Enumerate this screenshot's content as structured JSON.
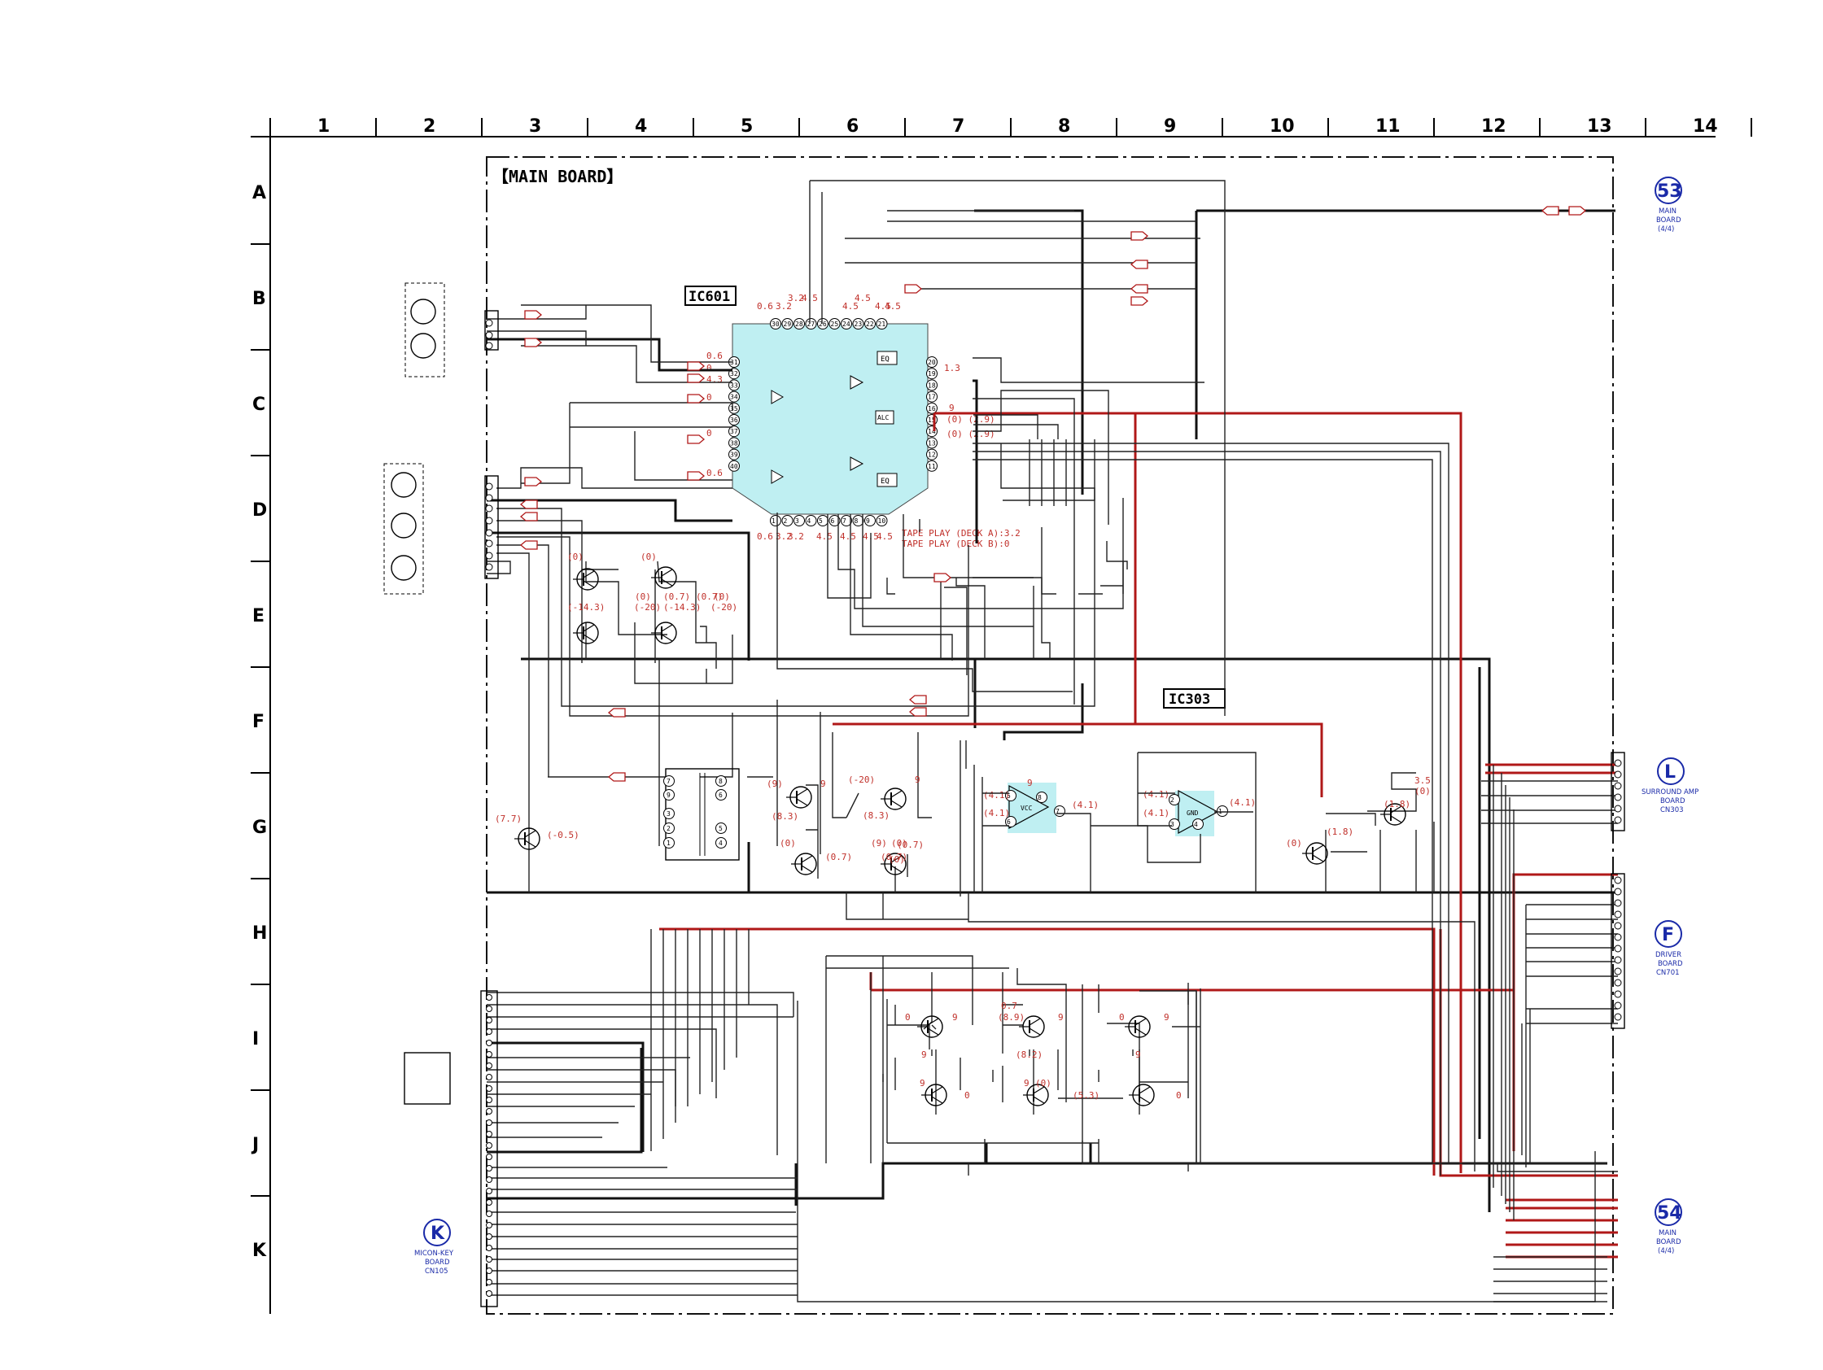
{
  "board_title": "【MAIN BOARD】",
  "columns": [
    "1",
    "2",
    "3",
    "4",
    "5",
    "6",
    "7",
    "8",
    "9",
    "10",
    "11",
    "12",
    "13",
    "14"
  ],
  "rows": [
    "A",
    "B",
    "C",
    "D",
    "E",
    "F",
    "G",
    "H",
    "I",
    "J",
    "K"
  ],
  "ic601": {
    "name": "IC601",
    "top_pins": [
      "30",
      "29",
      "28",
      "27",
      "26",
      "25",
      "24",
      "23",
      "22",
      "21"
    ],
    "top_voltages": [
      "0.6",
      "3.2",
      "3.2",
      "4.5",
      "4.5",
      "4.5",
      "4.5",
      "4.5"
    ],
    "left_pins": [
      "31",
      "32",
      "33",
      "34",
      "35",
      "36",
      "37",
      "38",
      "39",
      "40"
    ],
    "left_voltages": [
      "0.6",
      "0",
      "4.3",
      "0",
      "",
      "0",
      "",
      "0.6"
    ],
    "right_pins": [
      "20",
      "19",
      "18",
      "17",
      "16",
      "15",
      "14",
      "13",
      "12",
      "11"
    ],
    "right_voltages": [
      "1.3",
      "9",
      "(0) (2.9)",
      "(0) (2.9)"
    ],
    "bottom_pins": [
      "1",
      "2",
      "3",
      "4",
      "5",
      "6",
      "7",
      "8",
      "9",
      "10"
    ],
    "bottom_voltages": [
      "0.6",
      "3.2",
      "3.2",
      "4.5",
      "4.5",
      "4.5",
      "4.5"
    ],
    "tape_note_a": "TAPE PLAY (DECK A):3.2",
    "tape_note_b": "TAPE PLAY (DECK B):0",
    "blocks": {
      "eq1": "EQ",
      "eq2": "EQ",
      "alc": "ALC"
    }
  },
  "ic303": {
    "name": "IC303",
    "amp1": {
      "label": "VCC",
      "pins": [
        "8",
        "6",
        "5",
        "7"
      ],
      "voltages": [
        "9",
        "(4.1)",
        "(4.1)",
        "(4.1)"
      ]
    },
    "amp2": {
      "label": "GND",
      "pins": [
        "2",
        "3",
        "1",
        "4"
      ],
      "voltages": [
        "(4.1)",
        "(4.1)",
        "(4.1)"
      ]
    }
  },
  "transistor_voltages": {
    "e_row": [
      "(0)",
      "(0)",
      "(0)",
      "(0.7)",
      "(0)",
      "(0.7)",
      "(-14.3)",
      "(-20)",
      "(-14.3)",
      "(-20)"
    ],
    "g_left": [
      "(7.7)",
      "(-0.5)"
    ],
    "g_mid": [
      "(9)",
      "9",
      "(8.3)",
      "(0)",
      "(0.7)",
      "(0.7)",
      "(-20)",
      "9",
      "(8.3)",
      "(0)",
      "(9)",
      "(0.7)",
      "(0)"
    ],
    "g_right": [
      "(1.8)",
      "(1.8)",
      "(0)",
      "3.5",
      "(0)"
    ],
    "i_row": [
      "0",
      "9",
      "0.7",
      "(8.9)",
      "9",
      "0",
      "9",
      "9",
      "(8.2)",
      "9",
      "9",
      "0",
      "9",
      "(0)",
      "(5.3)",
      "0"
    ]
  },
  "connectors": {
    "c53": {
      "badge": "53",
      "line1": "MAIN",
      "line2": "BOARD",
      "line3": "(4/4)"
    },
    "cL": {
      "badge": "L",
      "line1": "SURROUND AMP",
      "line2": "BOARD",
      "line3": "CN303"
    },
    "cF": {
      "badge": "F",
      "line1": "DRIVER",
      "line2": "BOARD",
      "line3": "CN701"
    },
    "c54": {
      "badge": "54",
      "line1": "MAIN",
      "line2": "BOARD",
      "line3": "(4/4)"
    },
    "cK": {
      "badge": "K",
      "line1": "MICON-KEY",
      "line2": "BOARD",
      "line3": "CN105"
    }
  },
  "colors": {
    "ic_fill": "#bfeff2",
    "voltage": "#c0302a",
    "connector_label": "#1a2aa8",
    "red_trace": "#b01818"
  }
}
